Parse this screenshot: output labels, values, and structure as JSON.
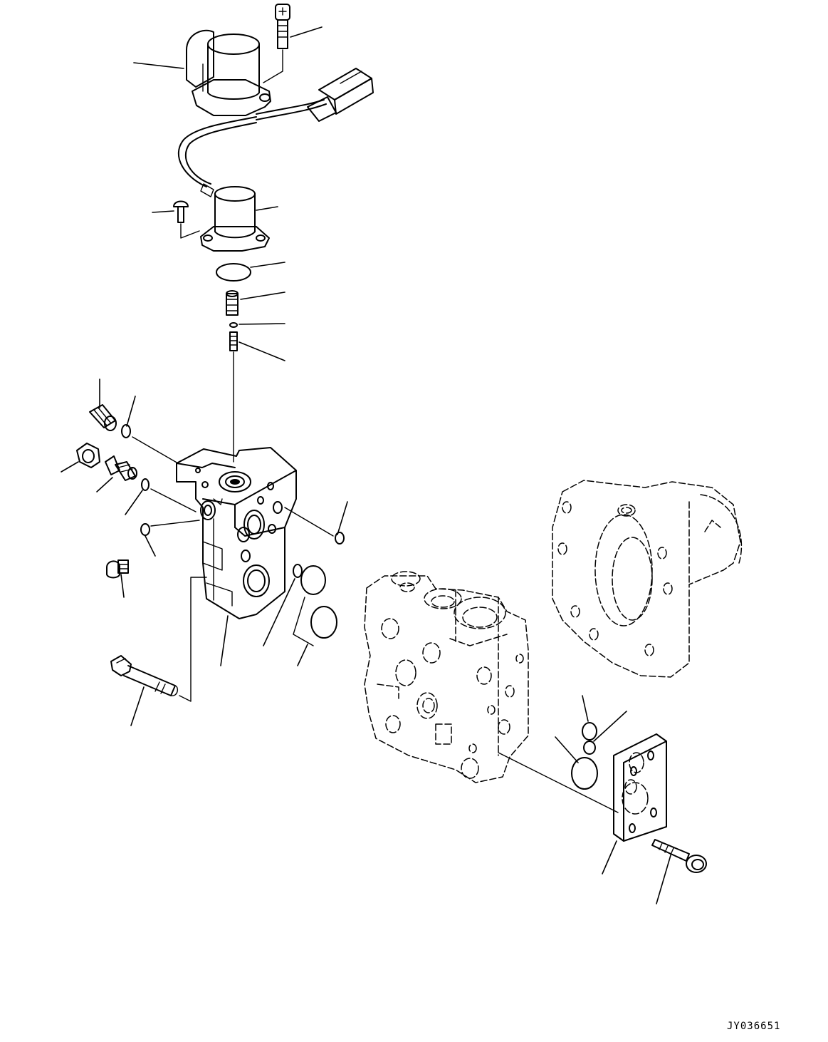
{
  "figure_id": "JY036651",
  "parts": [
    "solenoid-valve-upper",
    "cap-screw-upper",
    "wire-harness-connector",
    "solenoid-valve-lower",
    "screw-lower",
    "o-ring-solenoid",
    "spool",
    "small-ring",
    "spring",
    "plug-top",
    "o-ring-small",
    "nut",
    "plug-side",
    "o-ring-side",
    "plug-front",
    "o-ring-front",
    "valve-body-block",
    "o-ring-port",
    "o-ring-large-pair",
    "bolt-long",
    "pump-case",
    "pump-flange",
    "o-ring-plate-upper",
    "cover-plate",
    "cap-screw-plate"
  ]
}
